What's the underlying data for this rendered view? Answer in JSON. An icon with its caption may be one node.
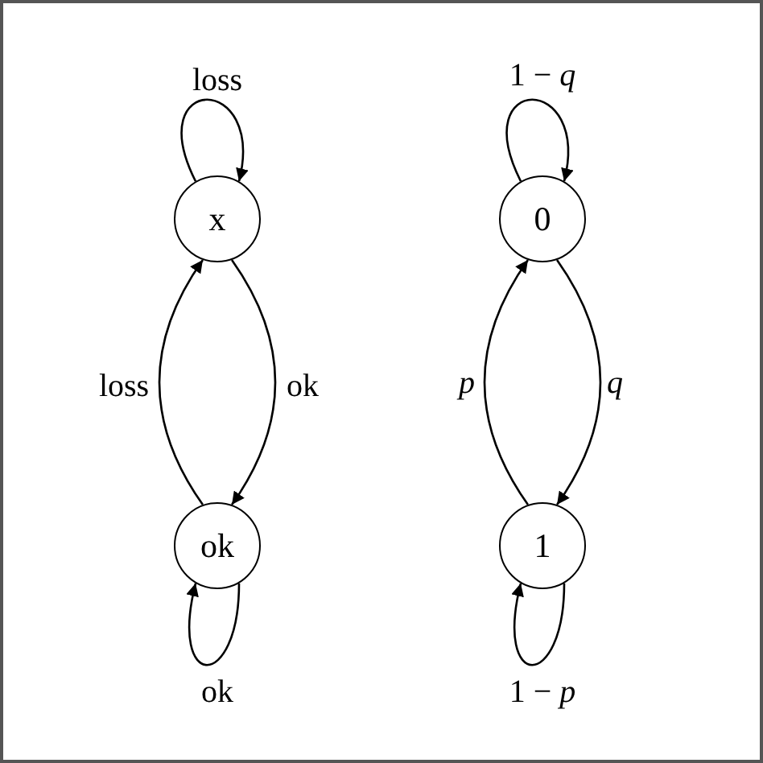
{
  "diagram": {
    "nodes": [
      {
        "text": [
          "x"
        ]
      },
      {
        "text": [
          "ok"
        ]
      },
      {
        "text": [
          "0"
        ]
      },
      {
        "text": [
          "1"
        ]
      }
    ],
    "edges": [
      {
        "from": 0,
        "to": 0,
        "arrow": "to",
        "label": "loss"
      },
      {
        "from": 0,
        "to": 1,
        "arrow": "to",
        "label": "ok"
      },
      {
        "from": 1,
        "to": 0,
        "arrow": "to",
        "label": "loss"
      },
      {
        "from": 1,
        "to": 1,
        "arrow": "to",
        "label": "ok"
      },
      {
        "from": 2,
        "to": 2,
        "arrow": "to",
        "label": "1 − *q*"
      },
      {
        "from": 2,
        "to": 3,
        "arrow": "to",
        "label": "*q*"
      },
      {
        "from": 3,
        "to": 2,
        "arrow": "to",
        "label": "*p*"
      },
      {
        "from": 3,
        "to": 3,
        "arrow": "to",
        "label": "1 − *p*"
      }
    ]
  }
}
